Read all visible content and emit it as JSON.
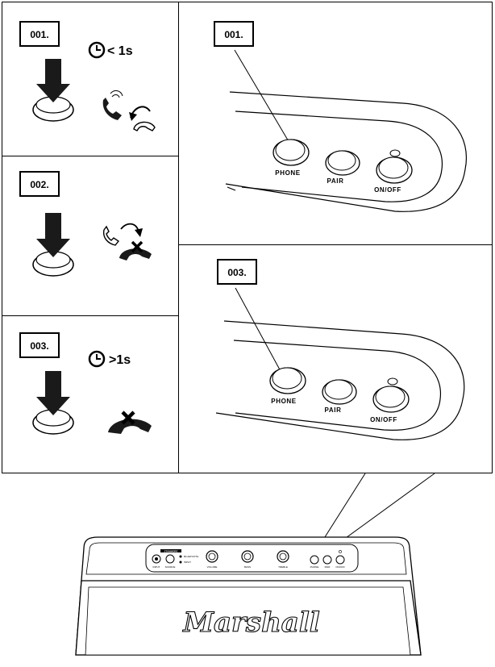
{
  "steps": [
    {
      "badge": "001.",
      "timer_text": "< 1s",
      "icon": "answer-call-icon"
    },
    {
      "badge": "002.",
      "timer_text": "",
      "icon": "decline-call-icon"
    },
    {
      "badge": "003.",
      "timer_text": ">1s",
      "icon": "end-call-icon"
    }
  ],
  "detail_top": {
    "badge": "001."
  },
  "detail_bottom": {
    "badge": "003."
  },
  "buttons": {
    "phone": "PHONE",
    "pair": "PAIR",
    "onoff": "ON/OFF"
  },
  "speaker": {
    "brand": "Marshall",
    "model_badge": "STANMORE",
    "knob_labels": [
      "VOLUME",
      "BASS",
      "TREBLE"
    ],
    "input_labels": [
      "INPUT",
      "SOURCE"
    ],
    "source_labels": [
      "BLUETOOTH",
      "INPUT"
    ],
    "button_labels": [
      "PHONE",
      "PAIR",
      "ON/OFF"
    ]
  },
  "colors": {
    "ink": "#1a1a1a",
    "line": "#000000",
    "paper": "#ffffff"
  }
}
